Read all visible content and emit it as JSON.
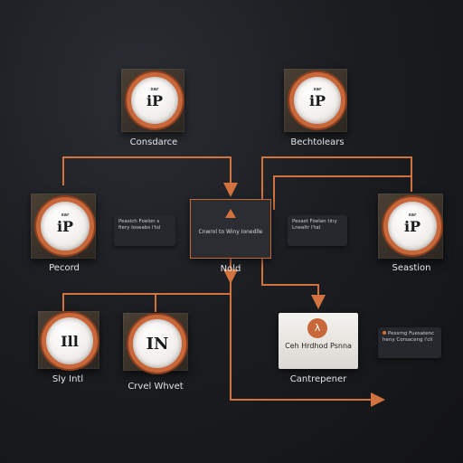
{
  "nodes": {
    "top_left": {
      "label": "Consdarce",
      "dial_text": "iP",
      "dial_small": "xar"
    },
    "top_right": {
      "label": "Bechtolears",
      "dial_text": "iP",
      "dial_small": "xar"
    },
    "mid_left": {
      "label": "Pecord",
      "dial_text": "iP",
      "dial_small": "xar"
    },
    "mid_right": {
      "label": "Seastion",
      "dial_text": "iP",
      "dial_small": "xar"
    },
    "bot_left": {
      "label": "Sly Intl",
      "dial_text": "Ill"
    },
    "bot_center": {
      "label": "Crvel Whvet",
      "dial_text": "IN"
    }
  },
  "hub": {
    "text": "Cnwrol to Winy Ionedlle",
    "label": "Nold"
  },
  "component": {
    "text": "Ceh Hrdhod Psnna",
    "label": "Cantrepener"
  },
  "cards": {
    "left": "Peasich Foelon s fiery Ioseabs i'tsl",
    "right": "Pesast Foelan tiny Lnealtr I'tal",
    "bottom": "Pessrng Fuesatenc heny Corsaceng i'cli"
  },
  "colors": {
    "accent": "#c8673a",
    "wire": "#d2733f",
    "background": "#1b1d21"
  }
}
